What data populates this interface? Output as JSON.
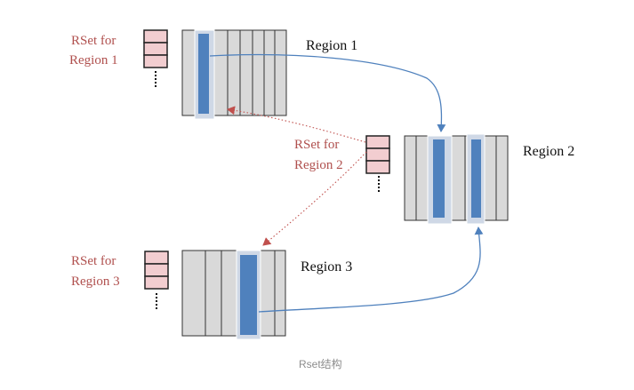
{
  "colors": {
    "region_fill": "#d9d9d9",
    "region_stroke": "#333333",
    "card_fill": "#4f81bd",
    "card_halo": "#cfd8e6",
    "rset_fill": "#f2cdd0",
    "rset_text": "#b0504e",
    "ref_arrow": "#4f81bd",
    "rset_arrow": "#c0504d",
    "caption_text": "#8c8c8c"
  },
  "regions": [
    {
      "id": "region-1",
      "label": "Region 1"
    },
    {
      "id": "region-2",
      "label": "Region 2"
    },
    {
      "id": "region-3",
      "label": "Region 3"
    }
  ],
  "rsets": [
    {
      "id": "rset-region-1",
      "label_line1": "RSet for",
      "label_line2": "Region 1"
    },
    {
      "id": "rset-region-2",
      "label_line1": "RSet for",
      "label_line2": "Region 2"
    },
    {
      "id": "rset-region-3",
      "label_line1": "RSet for",
      "label_line2": "Region 3"
    }
  ],
  "caption": "Rset结构"
}
